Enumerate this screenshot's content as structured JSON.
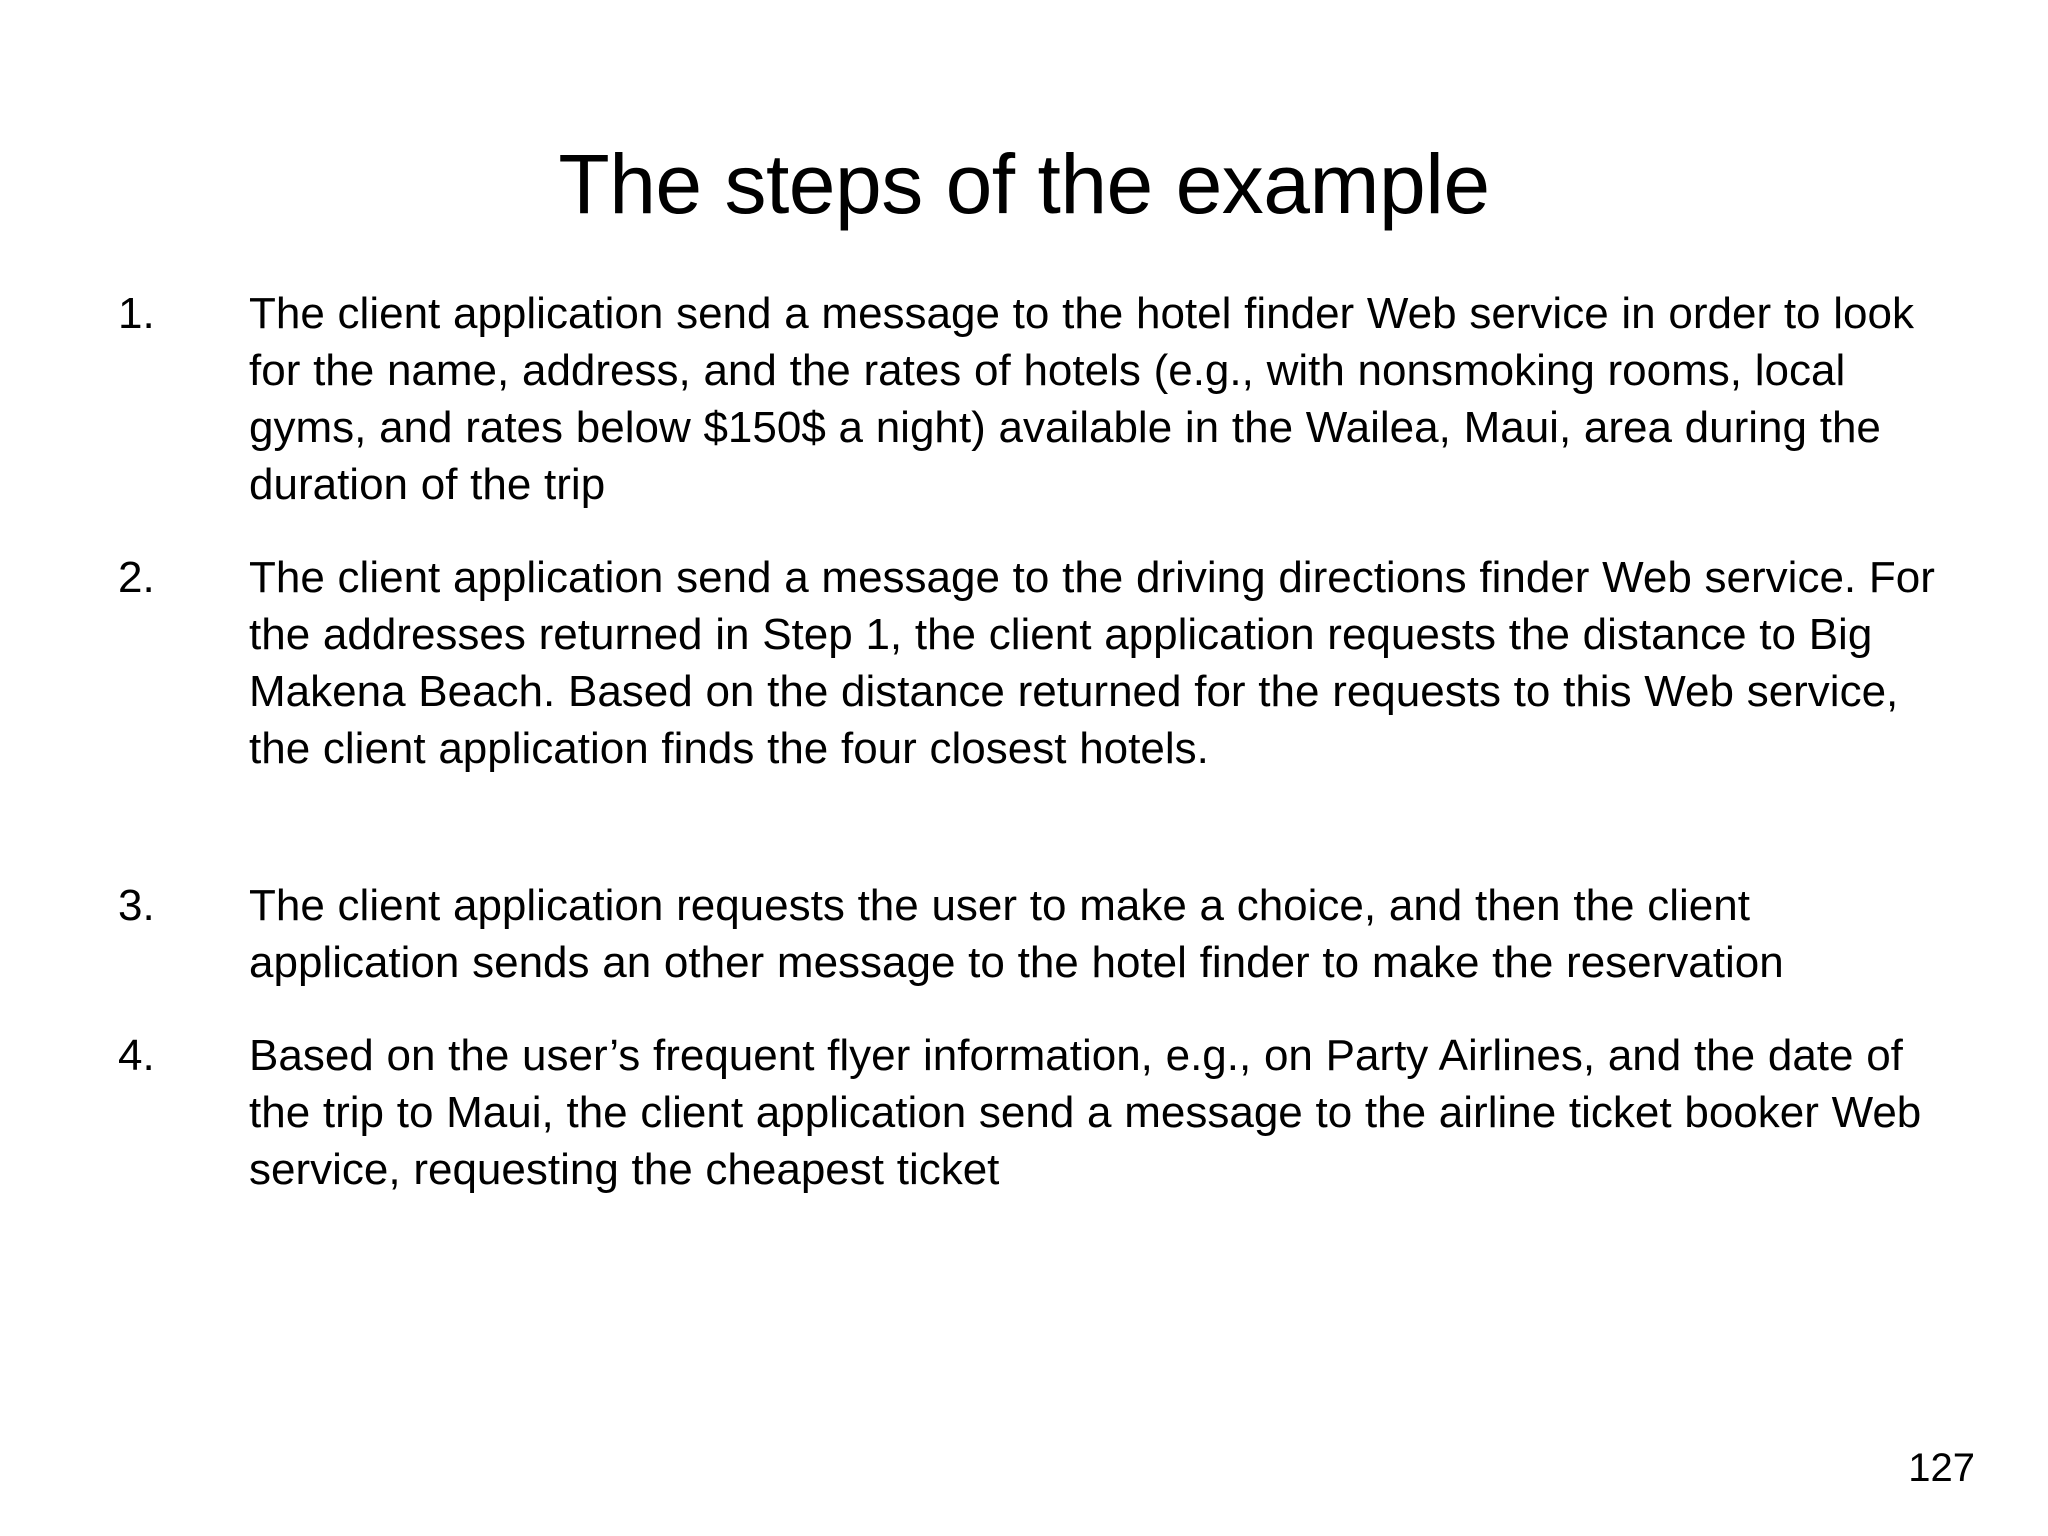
{
  "slide": {
    "title": "The steps of the example",
    "page_number": "127",
    "background_color": "#ffffff",
    "text_color": "#000000"
  },
  "steps": [
    {
      "number": "1.",
      "text": "The client application send a message to the hotel finder Web service in order to look for the name, address, and the rates of hotels (e.g., with nonsmoking rooms, local gyms, and rates below $150$ a night) available in the Wailea, Maui, area during the duration of the trip"
    },
    {
      "number": "2.",
      "text": "The client application send a message to the driving directions finder Web service. For the addresses returned in Step 1, the client application requests the distance to Big Makena Beach. Based on the distance returned for the requests to this Web service, the client application finds the four closest hotels."
    },
    {
      "number": "3.",
      "text": "The client application requests the user to make a choice, and then the client application sends an other message to the hotel finder to make the reservation"
    },
    {
      "number": "4.",
      "text": "Based on the user’s frequent flyer information, e.g., on Party Airlines, and the date of the trip to Maui, the client application send a message to the airline ticket booker Web service, requesting the cheapest ticket"
    }
  ]
}
